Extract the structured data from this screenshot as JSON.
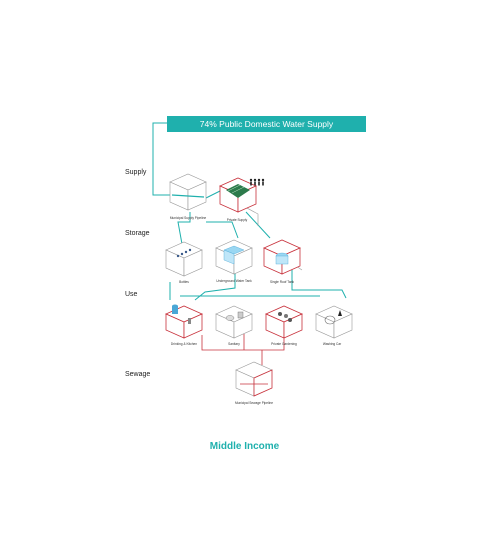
{
  "header": {
    "banner": "74% Public Domestic Water Supply"
  },
  "rows": {
    "supply": "Supply",
    "storage": "Storage",
    "use": "Use",
    "sewage": "Sewage"
  },
  "nodes": {
    "municipal_supply": "Municipal Supply Pipeline",
    "private_supply": "Private Supply",
    "bottles": "Bottles",
    "underground_tank": "Underground Water Tank",
    "roof_tank": "Single Roof Tank",
    "drinking_kitchen": "Drinking & Kitchen",
    "sanitary": "Sanitary",
    "private_gardening": "Private Gardening",
    "washing_car": "Washing Car",
    "sewage_pipeline": "Municipal Sewage Pipeline"
  },
  "footer": {
    "title": "Middle Income"
  },
  "colors": {
    "teal": "#1fb0ad",
    "red": "#c8323c",
    "grey": "#9a9a9a",
    "green": "#2c7a4b"
  }
}
